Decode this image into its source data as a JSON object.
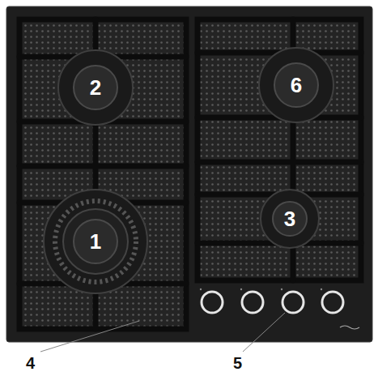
{
  "diagram": {
    "nodes": [
      {
        "text": [
          "2"
        ]
      },
      {
        "text": [
          "6"
        ]
      },
      {
        "text": [
          "3"
        ]
      },
      {
        "text": [
          "1"
        ]
      }
    ],
    "labels": [
      "4",
      "5"
    ]
  }
}
